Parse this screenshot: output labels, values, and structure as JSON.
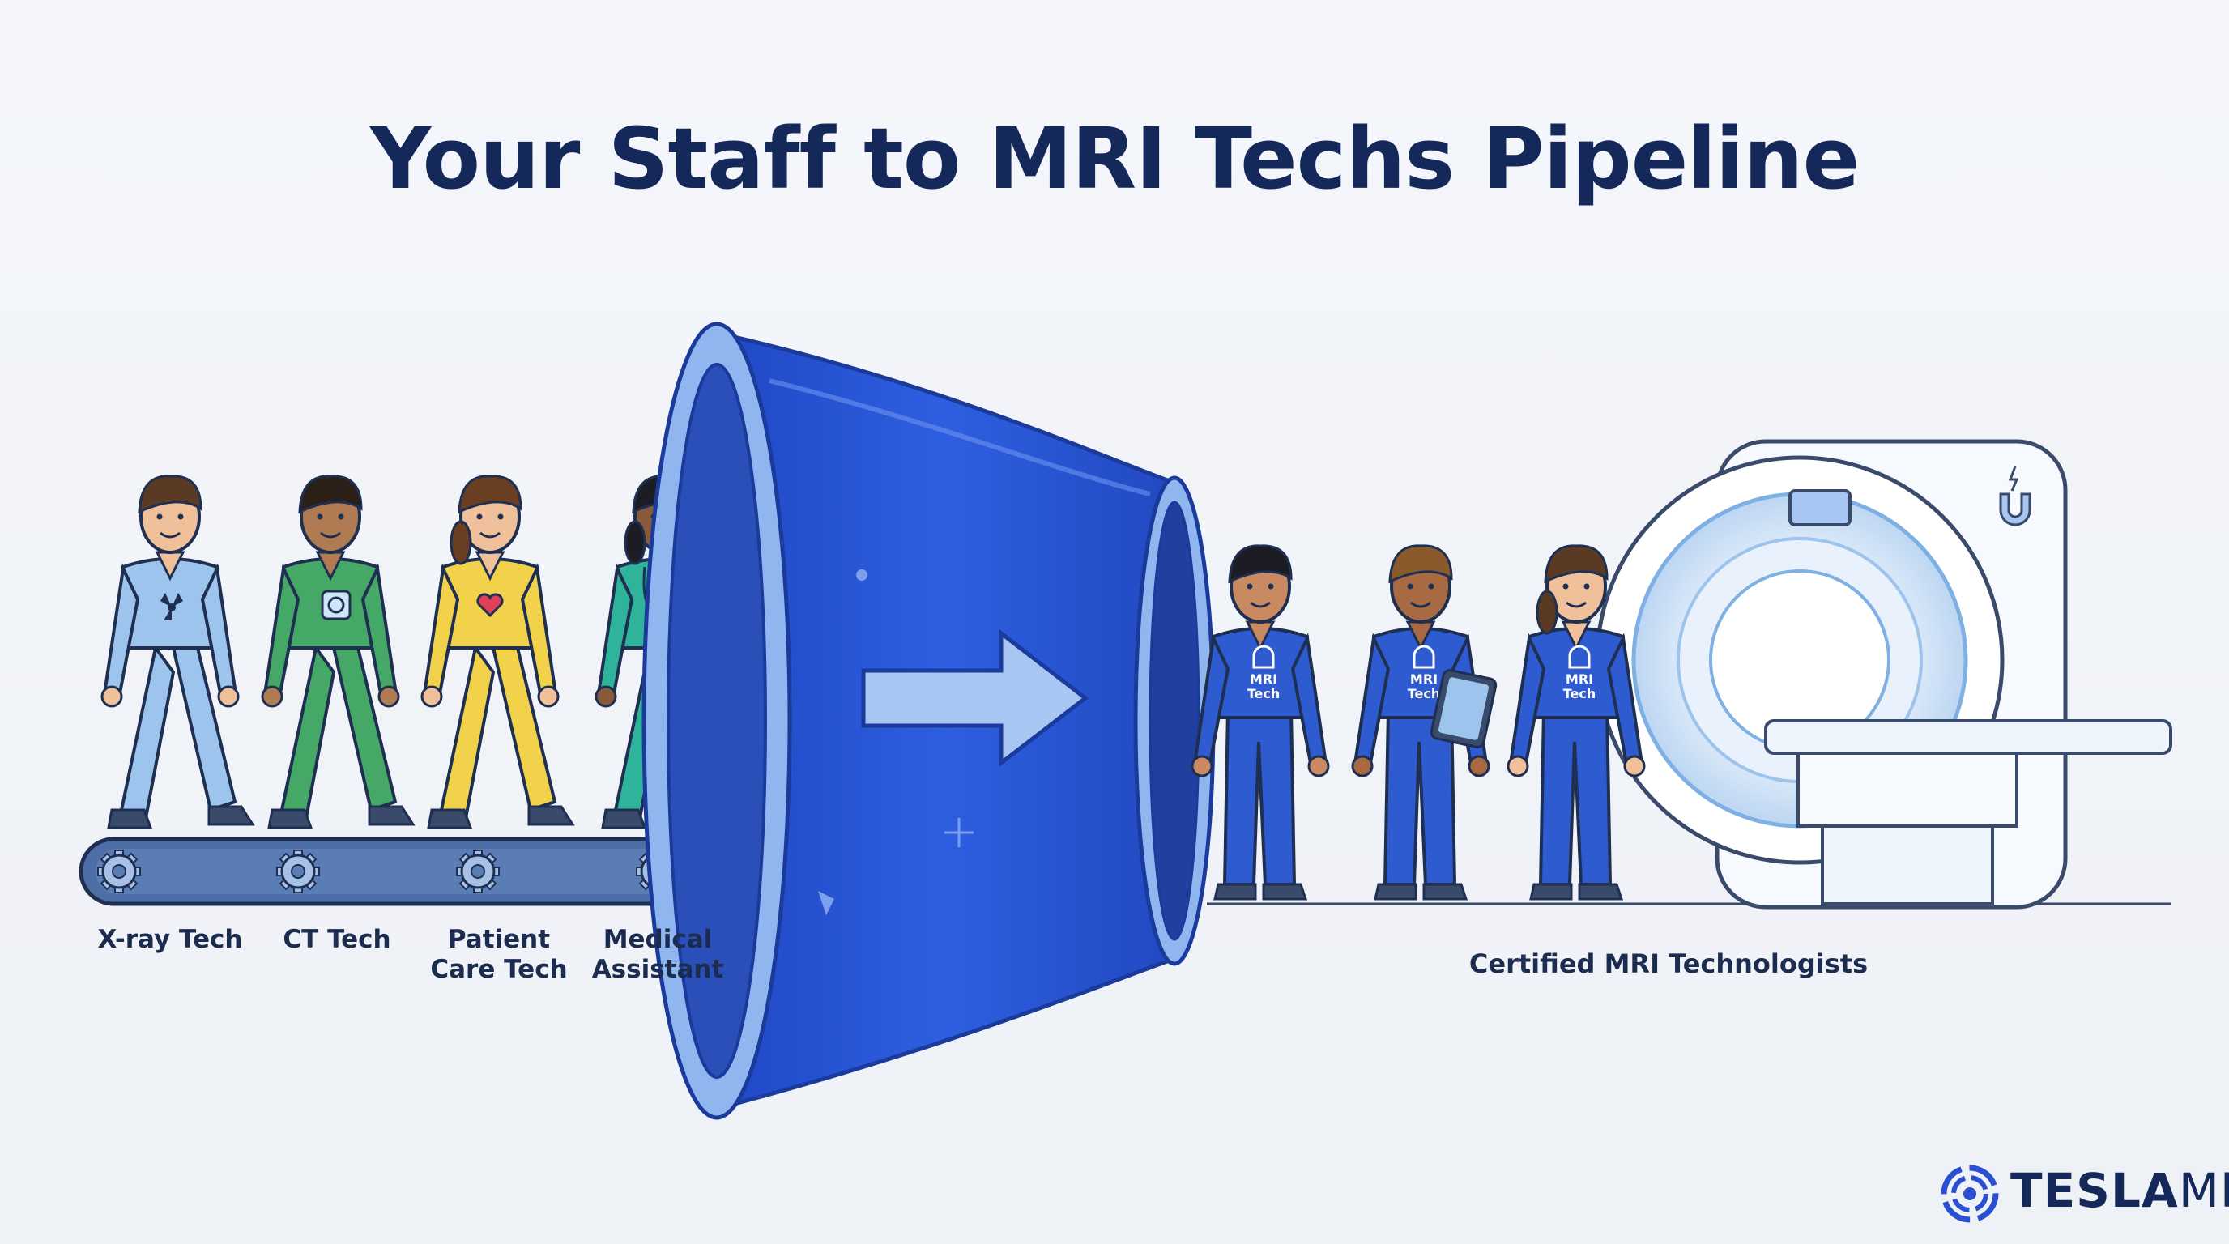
{
  "title": "Your Staff to MRI Techs Pipeline",
  "input_roles": [
    {
      "label_line1": "X-ray Tech",
      "label_line2": ""
    },
    {
      "label_line1": "CT Tech",
      "label_line2": ""
    },
    {
      "label_line1": "Patient",
      "label_line2": "Care Tech"
    },
    {
      "label_line1": "Medical",
      "label_line2": "Assistant"
    }
  ],
  "scrub_colors": [
    "#9cc4ec",
    "#45a866",
    "#f2d24b",
    "#2fb39a"
  ],
  "output_group_label": "Certified MRI Technologists",
  "output_badge_lines": [
    "MRI",
    "Tech"
  ],
  "output_scrub_color": "#2e5bd0",
  "funnel_color": "#2b58d6",
  "brand": {
    "bold": "TESLA",
    "light": "MR"
  },
  "icons": [
    "radiation-icon",
    "ct-scan-icon",
    "heart-icon",
    "stethoscope-icon",
    "gear-icon",
    "arrow-right-icon",
    "tablet-xray-icon",
    "magnet-icon",
    "teslamr-logo-icon"
  ]
}
